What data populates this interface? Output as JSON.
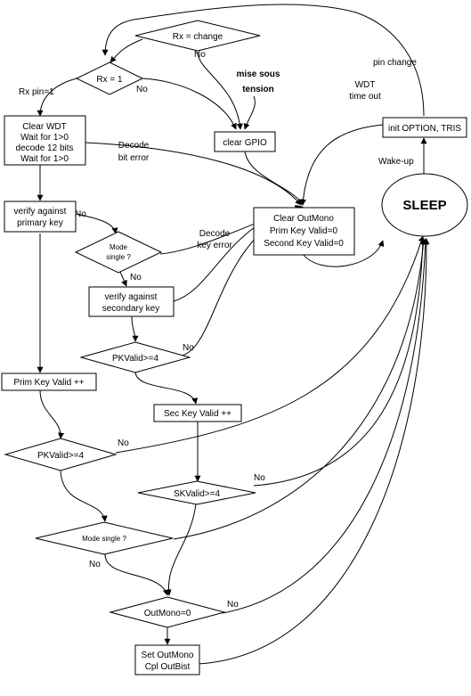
{
  "diagram": {
    "nodes": {
      "rx_change": "Rx = change",
      "rx_eq_1": "Rx = 1",
      "clear_wdt": [
        "Clear WDT",
        "Wait for 1>0",
        "decode 12 bits",
        "Wait for 1>0"
      ],
      "clear_gpio": "clear GPIO",
      "verify_primary": [
        "verify against",
        "primary key"
      ],
      "mode_single_1": [
        "Mode",
        "single ?"
      ],
      "verify_secondary": [
        "verify against",
        "secondary key"
      ],
      "clear_outmono": [
        "Clear OutMono",
        "Prim Key Valid=0",
        "Second Key Valid=0"
      ],
      "sleep": "SLEEP",
      "init_option": "init OPTION, TRIS",
      "pkvalid_1": "PKValid>=4",
      "prim_key_valid": "Prim Key Valid ++",
      "sec_key_valid": "Sec Key Valid ++",
      "pkvalid_2": "PKValid>=4",
      "skvalid": "SKValid>=4",
      "mode_single_2": "Mode single ?",
      "outmono": "OutMono=0",
      "set_outmono": [
        "Set OutMono",
        "Cpl OutBist"
      ]
    },
    "labels": {
      "no_rx_change": "No",
      "no_rx_eq_1": "No",
      "rx_pin": "Rx pin=1",
      "mise_sous": [
        "mise sous",
        "tension"
      ],
      "decode_bit": [
        "Decode",
        "bit error"
      ],
      "decode_key": [
        "Decode",
        "key error"
      ],
      "wdt_timeout": [
        "WDT",
        "time out"
      ],
      "pin_change": "pin change",
      "wake_up": "Wake-up",
      "no_verify_primary": "No",
      "no_mode_single_1": "No",
      "no_pkvalid_1": "No",
      "no_pkvalid_2": "No",
      "no_skvalid": "No",
      "no_mode_single_2": "No",
      "no_outmono": "No"
    }
  }
}
